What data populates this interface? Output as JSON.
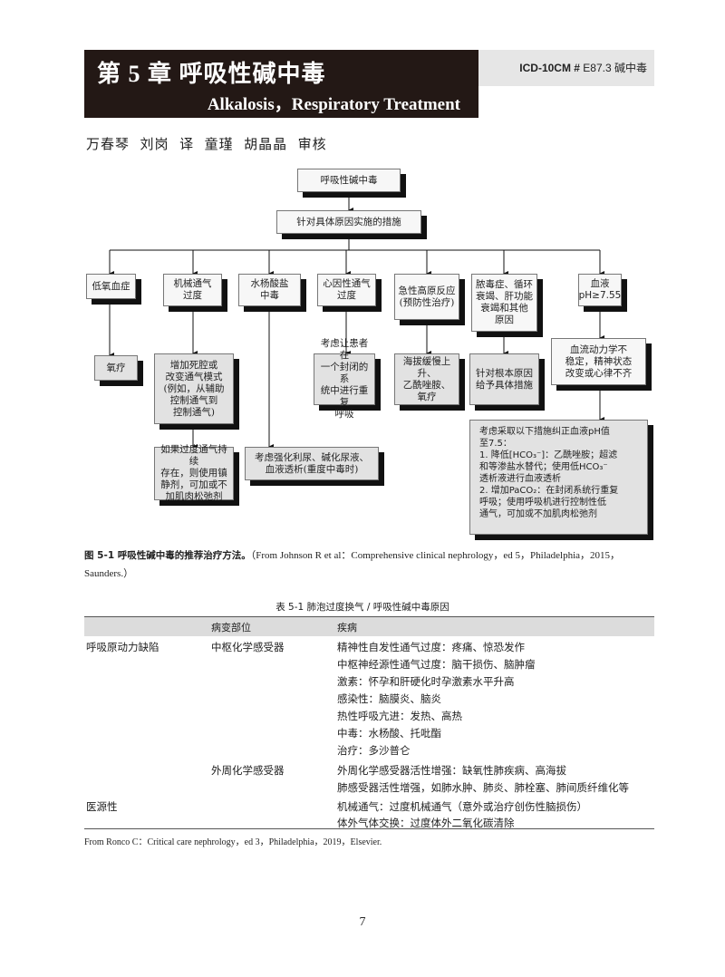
{
  "header": {
    "chapter_title": "第 5 章   呼吸性碱中毒",
    "english_title": "Alkalosis，Respiratory Treatment",
    "icd_label": "ICD-10CM #",
    "icd_code": " E87.3 碱中毒",
    "authors": "万春琴  刘岗  译  童瑾  胡晶晶  审核"
  },
  "flowchart": {
    "root": "呼吸性碱中毒",
    "level1": "针对具体原因实施的措施",
    "causes": [
      "低氧血症",
      "机械通气\n过度",
      "水杨酸盐\n中毒",
      "心因性通气\n过度",
      "急性高原反应\n(预防性治疗)",
      "脓毒症、循环\n衰竭、肝功能\n衰竭和其他\n原因",
      "血液\npH≥7.55"
    ],
    "actions": [
      "氧疗",
      "增加死腔或\n改变通气模式\n(例如，从辅助\n控制通气到\n控制通气)",
      "考虑让患者在\n一个封闭的系\n统中进行重复\n呼吸",
      "海拔缓慢上升、\n乙酰唑胺、\n氧疗",
      "针对根本原因\n给予具体措施",
      "血流动力学不\n稳定，精神状态\n改变或心律不齐"
    ],
    "followups": [
      "如果过度通气持续\n存在，则使用镇\n静剂，可加或不\n加肌肉松弛剂",
      "考虑强化利尿、碱化尿液、\n血液透析(重度中毒时)",
      "考虑采取以下措施纠正血液pH值\n至7.5：\n1. 降低[HCO₃⁻]：乙酰唑胺；超滤\n   和等渗盐水替代；使用低HCO₃⁻\n   透析液进行血液透析\n2. 增加PaCO₂：在封闭系统行重复\n   呼吸；使用呼吸机进行控制性低\n   通气，可加或不加肌肉松弛剂"
    ]
  },
  "figure_caption": {
    "label": "图 5-1   呼吸性碱中毒的推荐治疗方法。",
    "source_line1": "（From Johnson R et al：Comprehensive clinical nephrology，ed 5，Philadelphia，2015，",
    "source_line2": "Saunders.）"
  },
  "table": {
    "title": "表 5-1   肺泡过度换气 / 呼吸性碱中毒原因",
    "headers": [
      "",
      "病变部位",
      "疾病"
    ],
    "rows": [
      {
        "category": "呼吸原动力缺陷",
        "site": "中枢化学感受器",
        "diseases": [
          "精神性自发性通气过度：疼痛、惊恐发作",
          "中枢神经源性通气过度：脑干损伤、脑肿瘤",
          "激素：怀孕和肝硬化时孕激素水平升高",
          "感染性：脑膜炎、脑炎",
          "热性呼吸亢进：发热、高热",
          "中毒：水杨酸、托吡酯",
          "治疗：多沙普仑"
        ]
      },
      {
        "category": "",
        "site": "外周化学感受器",
        "diseases": [
          "外周化学感受器活性增强：缺氧性肺疾病、高海拔",
          "肺感受器活性增强，如肺水肿、肺炎、肺栓塞、肺间质纤维化等"
        ]
      },
      {
        "category": "医源性",
        "site": "",
        "diseases": [
          "机械通气：过度机械通气（意外或治疗创伤性脑损伤）",
          "体外气体交换：过度体外二氧化碳清除"
        ]
      }
    ],
    "source": "From Ronco C：Critical care nephrology，ed 3，Philadelphia，2019，Elsevier."
  },
  "page_number": "7"
}
